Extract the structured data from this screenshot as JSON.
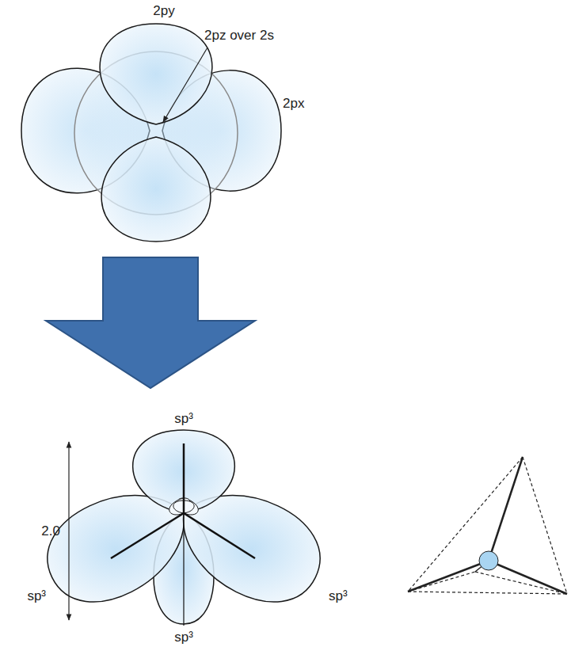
{
  "diagram": {
    "labels": [
      "2py",
      "2pz over 2s",
      "2px",
      "sp³",
      "2.0",
      "sp³",
      "sp³",
      "sp³"
    ]
  }
}
